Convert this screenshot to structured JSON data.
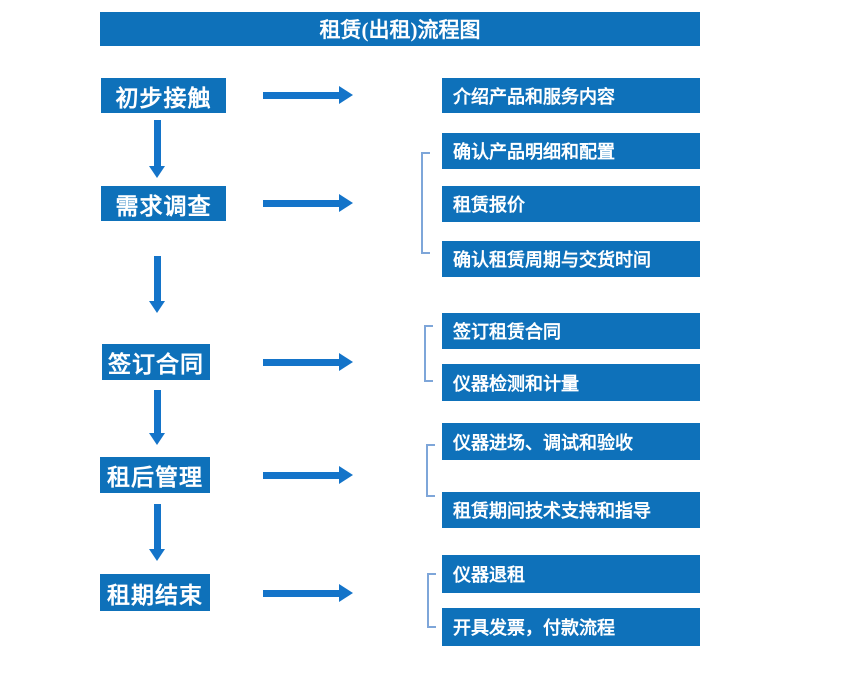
{
  "title": "租赁(出租)流程图",
  "colors": {
    "box_blue": "#0e71ba",
    "arrow_blue": "#1474c9",
    "bracket_blue": "#7ea6d9",
    "text_white": "#ffffff",
    "background": "#ffffff"
  },
  "steps": [
    {
      "label": "初步接触",
      "outputs": [
        "介绍产品和服务内容"
      ]
    },
    {
      "label": "需求调查",
      "outputs": [
        "确认产品明细和配置",
        "租赁报价",
        "确认租赁周期与交货时间"
      ]
    },
    {
      "label": "签订合同",
      "outputs": [
        "签订租赁合同",
        "仪器检测和计量"
      ]
    },
    {
      "label": "租后管理",
      "outputs": [
        "仪器进场、调试和验收",
        "租赁期间技术支持和指导"
      ]
    },
    {
      "label": "租期结束",
      "outputs": [
        "仪器退租",
        "开具发票，付款流程"
      ]
    }
  ]
}
